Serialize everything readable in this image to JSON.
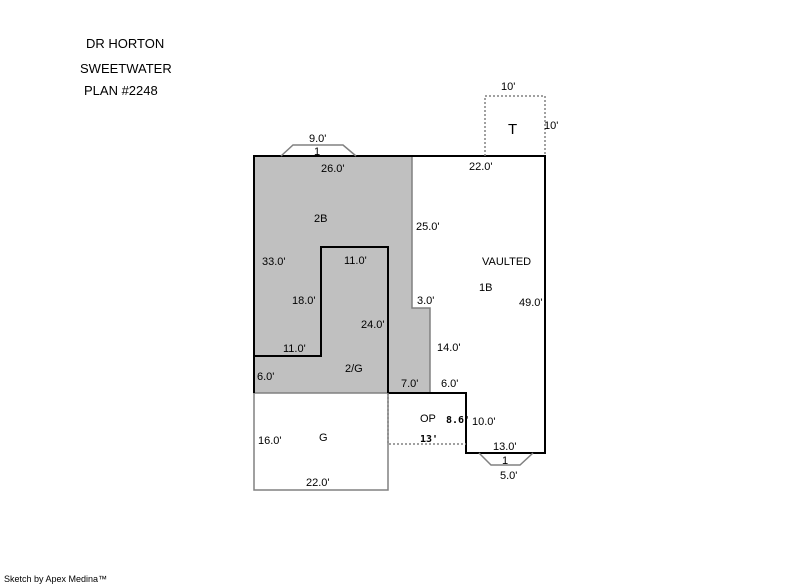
{
  "header": {
    "line1": "DR HORTON",
    "line2": "SWEETWATER",
    "line3": "PLAN #2248"
  },
  "footer": "Sketch by Apex Medina™",
  "colors": {
    "shaded": "#c0c0c0",
    "line": "#000000",
    "secondary_line": "#808080"
  },
  "areas": {
    "second_floor": "2B",
    "second_over_garage": "2/G",
    "first_floor": "1B",
    "vaulted": "VAULTED",
    "open_porch": "OP",
    "garage": "G",
    "terrace": "T"
  },
  "dimensions": {
    "bay_top_width": "9.0'",
    "bay_top_depth": "1",
    "top_2b": "26.0'",
    "top_1b": "22.0'",
    "t_width": "10'",
    "t_depth": "10'",
    "left_2b": "33.0'",
    "inner_top": "11.0'",
    "inner_left": "18.0'",
    "inner_bottom": "11.0'",
    "inner_right": "24.0'",
    "step_25": "25.0'",
    "step_3": "3.0'",
    "step_14": "14.0'",
    "right_1b": "49.0'",
    "left_6": "6.0'",
    "ledge_7": "7.0'",
    "ledge_6": "6.0'",
    "op_depth": "8.6'",
    "op_width": "13'",
    "op_right": "10.0'",
    "bottom_1b": "13.0'",
    "bay_bottom_depth": "1",
    "bay_bottom_width": "5.0'",
    "garage_left": "16.0'",
    "garage_bottom": "22.0'"
  }
}
